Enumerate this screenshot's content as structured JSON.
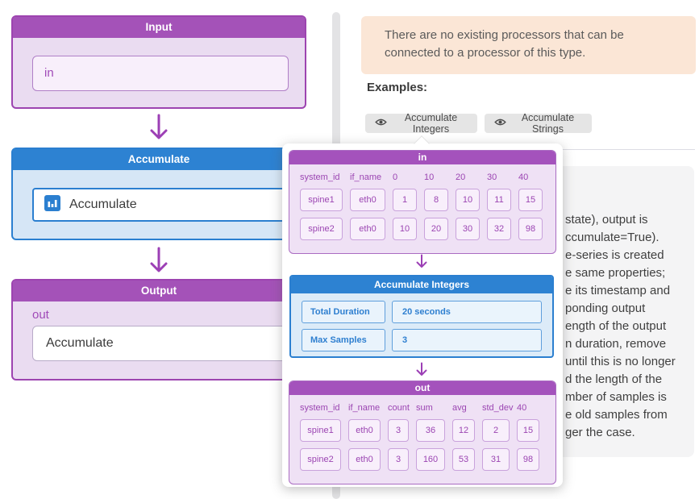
{
  "flow": {
    "input": {
      "title": "Input",
      "port": "in"
    },
    "processor": {
      "title": "Accumulate",
      "name": "Accumulate",
      "icon": "bar-chart-icon"
    },
    "output": {
      "title": "Output",
      "port": "out",
      "value": "Accumulate"
    }
  },
  "notice": {
    "text": "There are no existing processors that can be connected to a processor of this type."
  },
  "examples": {
    "label": "Examples:",
    "buttons": [
      {
        "label": "Accumulate Integers",
        "icon": "eye-icon"
      },
      {
        "label": "Accumulate Strings",
        "icon": "eye-icon"
      }
    ]
  },
  "popup": {
    "in_table": {
      "title": "in",
      "columns": [
        "system_id",
        "if_name",
        "0",
        "10",
        "20",
        "30",
        "40"
      ],
      "rows": [
        [
          "spine1",
          "eth0",
          "1",
          "8",
          "10",
          "11",
          "15"
        ],
        [
          "spine2",
          "eth0",
          "10",
          "20",
          "30",
          "32",
          "98"
        ]
      ]
    },
    "processor": {
      "title": "Accumulate Integers",
      "properties": [
        {
          "name": "Total Duration",
          "value": "20 seconds"
        },
        {
          "name": "Max Samples",
          "value": "3"
        }
      ]
    },
    "out_table": {
      "title": "out",
      "columns": [
        "system_id",
        "if_name",
        "count",
        "sum",
        "avg",
        "std_dev",
        "40"
      ],
      "rows": [
        [
          "spine1",
          "eth0",
          "3",
          "36",
          "12",
          "2",
          "15"
        ],
        [
          "spine2",
          "eth0",
          "3",
          "160",
          "53",
          "31",
          "98"
        ]
      ]
    }
  },
  "description": {
    "visible_lines": [
      "state), output is",
      "ccumulate=True).",
      "e-series is created",
      "e same properties;",
      "e its timestamp and",
      "ponding output",
      "ength of the output",
      "n duration, remove",
      "until this is no longer",
      "d the length of the",
      "mber of samples is",
      "e old samples from",
      "ger the case."
    ]
  },
  "colors": {
    "purple_header": "#a452b8",
    "purple_border": "#9d44b0",
    "blue_header": "#2d82d2",
    "notice_bg": "#fbe6d6",
    "panel_bg": "#f4f4f5",
    "button_bg": "#e5e5e5"
  }
}
